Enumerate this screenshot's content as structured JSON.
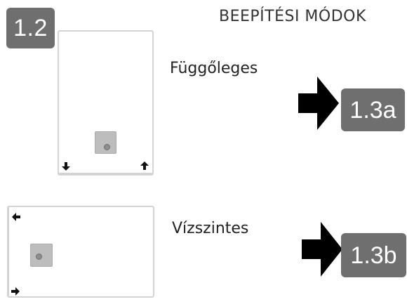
{
  "page": {
    "heading": "BEEPÍTÉSI MÓDOK",
    "step_label": "1.2"
  },
  "modes": {
    "vertical": {
      "label": "Függőleges",
      "next_step": "1.3a"
    },
    "horizontal": {
      "label": "Vízszintes",
      "next_step": "1.3b"
    }
  },
  "icons": {
    "vertical_left_arrow": "arrow-down-icon",
    "vertical_right_arrow": "arrow-up-icon",
    "horizontal_top_arrow": "arrow-left-icon",
    "horizontal_bottom_arrow": "arrow-right-icon",
    "proceed_arrow": "arrow-right-icon"
  },
  "colors": {
    "badge_background": "#6f6f6f",
    "badge_text": "#ffffff",
    "device_border": "#d3d3d3",
    "switch_fill": "#bdbdbd",
    "arrow": "#000000"
  }
}
